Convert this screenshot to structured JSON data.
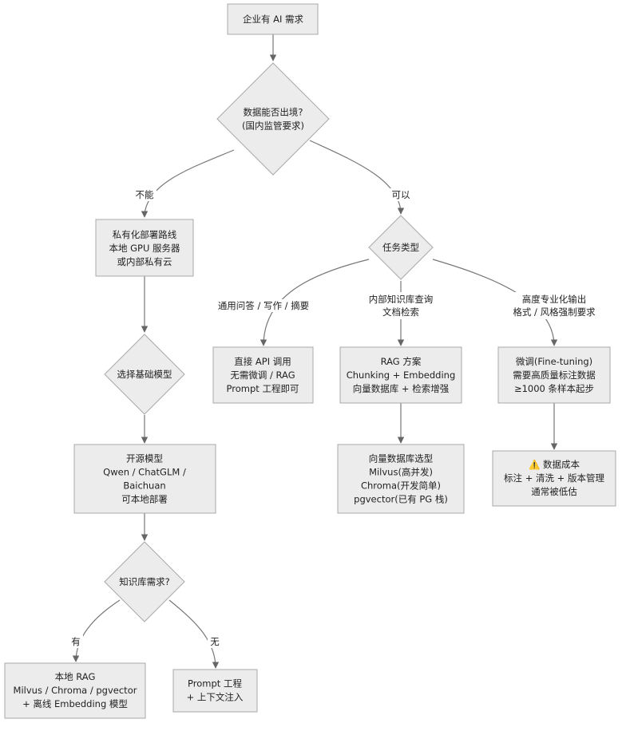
{
  "nodes": {
    "start": [
      "企业有 AI 需求"
    ],
    "data_exit": [
      "数据能否出境?",
      "(国内监管要求)"
    ],
    "private_route": [
      "私有化部署路线",
      "本地 GPU 服务器",
      "或内部私有云"
    ],
    "task_type": [
      "任务类型"
    ],
    "choose_model": [
      "选择基础模型"
    ],
    "direct_api": [
      "直接 API 调用",
      "无需微调 / RAG",
      "Prompt 工程即可"
    ],
    "rag_plan": [
      "RAG 方案",
      "Chunking + Embedding",
      "向量数据库 + 检索增强"
    ],
    "finetune": [
      "微调(Fine-tuning)",
      "需要高质量标注数据",
      "≥1000 条样本起步"
    ],
    "open_models": [
      "开源模型",
      "Qwen / ChatGLM /",
      "Baichuan",
      "可本地部署"
    ],
    "vector_db": [
      "向量数据库选型",
      "Milvus(高并发)",
      "Chroma(开发简单)",
      "pgvector(已有 PG 栈)"
    ],
    "data_cost": [
      "⚠️ 数据成本",
      "标注 + 清洗 + 版本管理",
      "通常被低估"
    ],
    "kb_need": [
      "知识库需求?"
    ],
    "local_rag": [
      "本地 RAG",
      "Milvus / Chroma / pgvector",
      "+ 离线 Embedding 模型"
    ],
    "prompt_eng": [
      "Prompt 工程",
      "+ 上下文注入"
    ]
  },
  "edge_labels": {
    "cannot": "不能",
    "can": "可以",
    "general_qa": "通用问答 / 写作 / 摘要",
    "internal_kb": [
      "内部知识库查询",
      "文档检索"
    ],
    "specialized": [
      "高度专业化输出",
      "格式 / 风格强制要求"
    ],
    "yes": "有",
    "no": "无"
  }
}
